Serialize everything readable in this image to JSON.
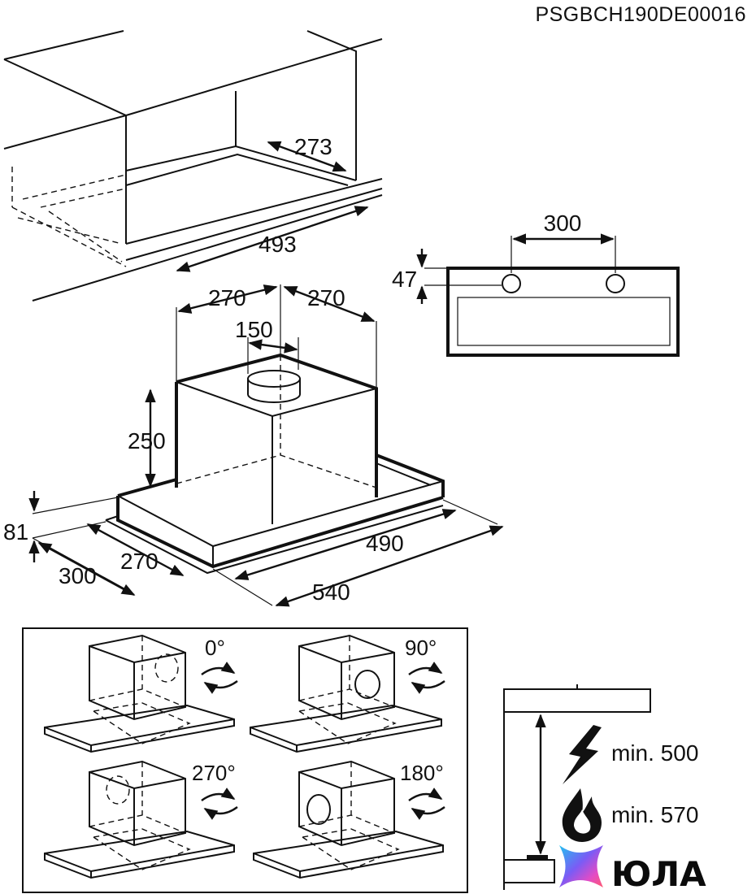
{
  "header": {
    "code": "PSGBCH190DE00016"
  },
  "cabinet": {
    "depth_dim": "273",
    "width_dim": "493"
  },
  "wall_template": {
    "spacing_dim": "300",
    "offset_dim": "47"
  },
  "hood": {
    "left_half_dim": "270",
    "right_half_dim": "270",
    "duct_dim": "150",
    "chimney_height_dim": "250",
    "panel_height_dim": "81",
    "inner_width_dim": "490",
    "outer_width_dim": "540",
    "inner_depth_dim": "270",
    "outer_depth_dim": "300"
  },
  "rotations": [
    "0°",
    "90°",
    "270°",
    "180°"
  ],
  "clearances": {
    "electric": "min. 500",
    "gas": "min. 570"
  },
  "brand": "ЮЛА",
  "icons": [
    "rotate-arrows-icon",
    "lightning-icon",
    "flame-icon",
    "brand-logo-icon"
  ]
}
